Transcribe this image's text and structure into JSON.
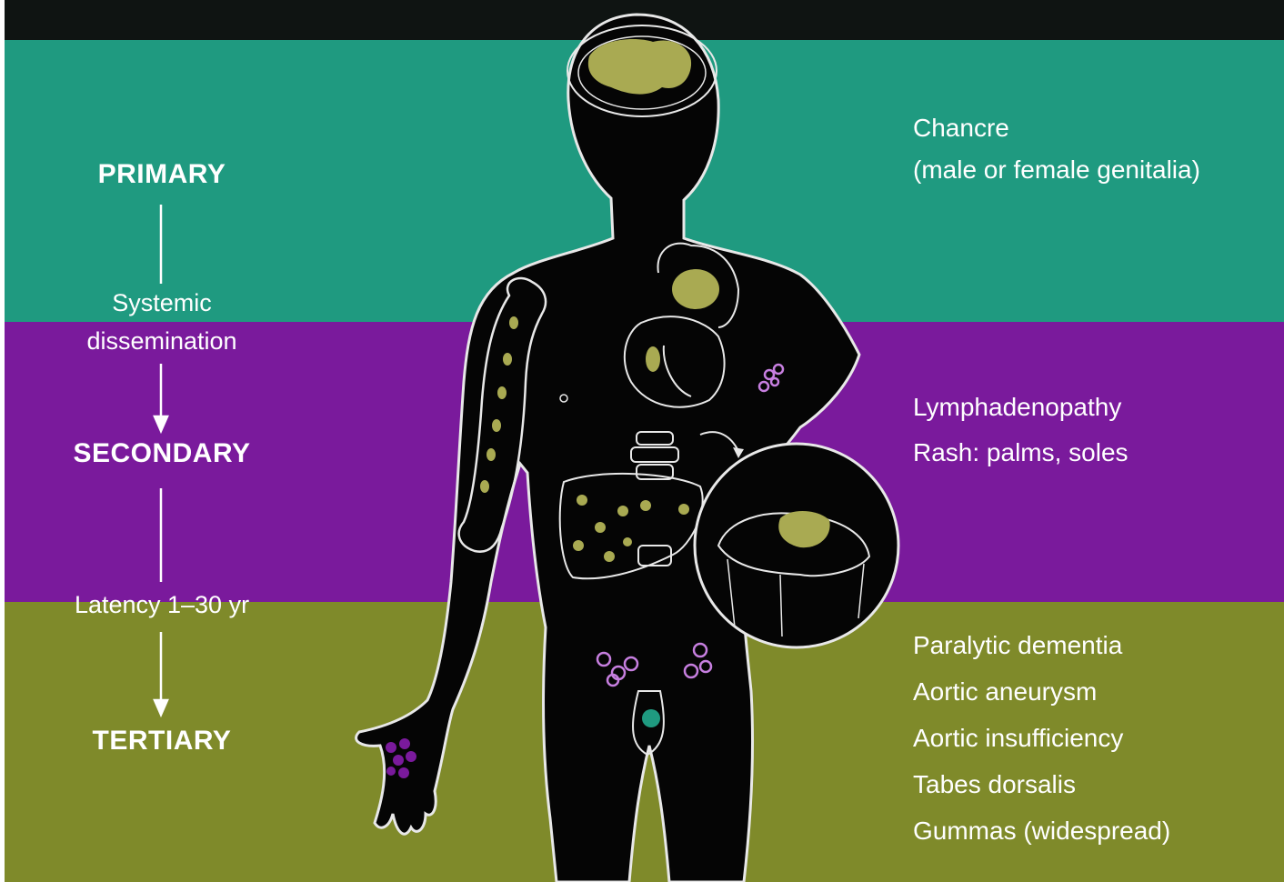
{
  "stages": {
    "primary": "PRIMARY",
    "systemic": "Systemic",
    "dissemination": "dissemination",
    "secondary": "SECONDARY",
    "latency": "Latency 1–30 yr",
    "tertiary": "TERTIARY"
  },
  "primary_findings": [
    "Chancre",
    "(male or female genitalia)"
  ],
  "secondary_findings": [
    "Lymphadenopathy",
    "Rash: palms, soles"
  ],
  "tertiary_findings": [
    "Paralytic dementia",
    "Aortic aneurysm",
    "Aortic insufficiency",
    "Tabes dorsalis",
    "Gummas (widespread)"
  ],
  "colors": {
    "primary_band": "#1f9a80",
    "secondary_band": "#7a1a9c",
    "tertiary_band": "#7f8a2a",
    "lesion": "#a9aa52",
    "lymph": "#c77fe0"
  }
}
